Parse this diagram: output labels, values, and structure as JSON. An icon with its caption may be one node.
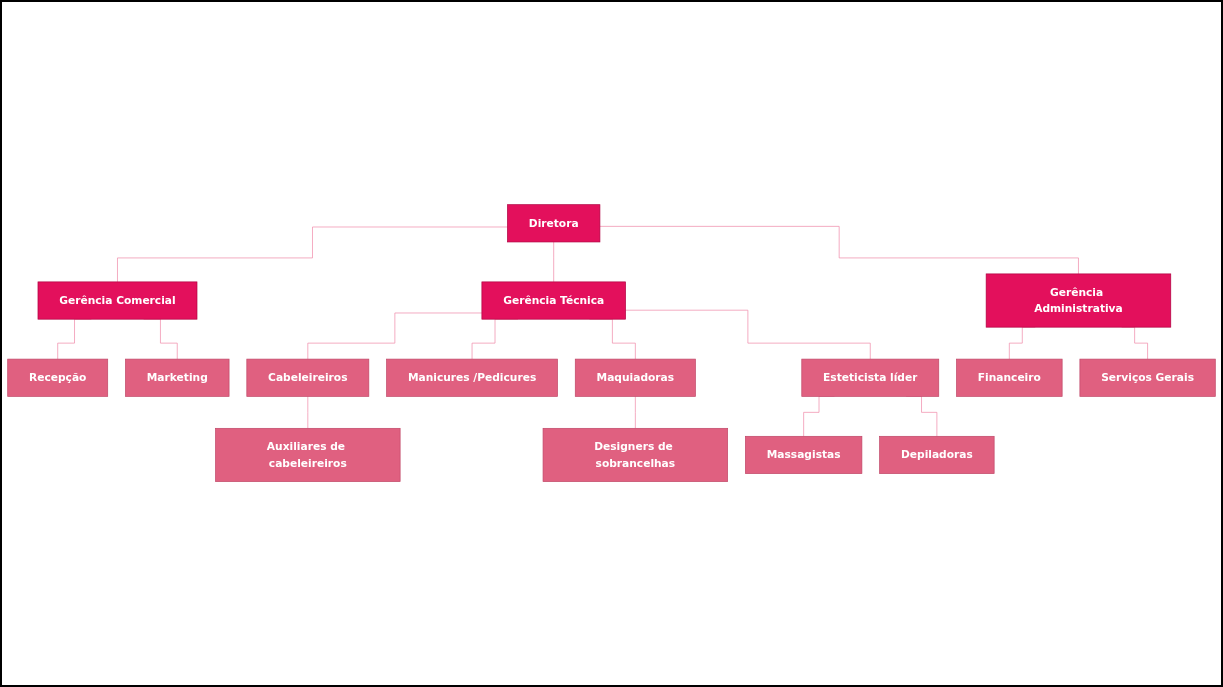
{
  "diagram": {
    "nodes": [
      {
        "text": [
          "Diretora"
        ]
      },
      {
        "text": [
          "Gerência Comercial"
        ]
      },
      {
        "text": [
          "Gerência Técnica"
        ]
      },
      {
        "text": [
          "Gerência Administrativa"
        ]
      },
      {
        "text": [
          "Recepção"
        ]
      },
      {
        "text": [
          "Marketing"
        ]
      },
      {
        "text": [
          "Cabeleireiros"
        ]
      },
      {
        "text": [
          "Manicures /Pedicures"
        ]
      },
      {
        "text": [
          "Maquiadoras"
        ]
      },
      {
        "text": [
          "Esteticista líder"
        ]
      },
      {
        "text": [
          "Financeiro"
        ]
      },
      {
        "text": [
          "Serviços Gerais"
        ]
      },
      {
        "text": [
          "Auxiliares de cabeleireiros"
        ]
      },
      {
        "text": [
          "Designers de sobrancelhas"
        ]
      },
      {
        "text": [
          "Massagistas"
        ]
      },
      {
        "text": [
          "Depiladoras"
        ]
      }
    ],
    "edges": [
      {
        "from": 0,
        "to": 1,
        "arrow": "none"
      },
      {
        "from": 0,
        "to": 2,
        "arrow": "none"
      },
      {
        "from": 0,
        "to": 3,
        "arrow": "none"
      },
      {
        "from": 1,
        "to": 4,
        "arrow": "none"
      },
      {
        "from": 1,
        "to": 5,
        "arrow": "none"
      },
      {
        "from": 2,
        "to": 6,
        "arrow": "none"
      },
      {
        "from": 2,
        "to": 7,
        "arrow": "none"
      },
      {
        "from": 2,
        "to": 8,
        "arrow": "none"
      },
      {
        "from": 2,
        "to": 9,
        "arrow": "none"
      },
      {
        "from": 3,
        "to": 10,
        "arrow": "none"
      },
      {
        "from": 3,
        "to": 11,
        "arrow": "none"
      },
      {
        "from": 6,
        "to": 12,
        "arrow": "none"
      },
      {
        "from": 8,
        "to": 13,
        "arrow": "none"
      },
      {
        "from": 9,
        "to": 14,
        "arrow": "none"
      },
      {
        "from": 9,
        "to": 15,
        "arrow": "none"
      }
    ]
  }
}
